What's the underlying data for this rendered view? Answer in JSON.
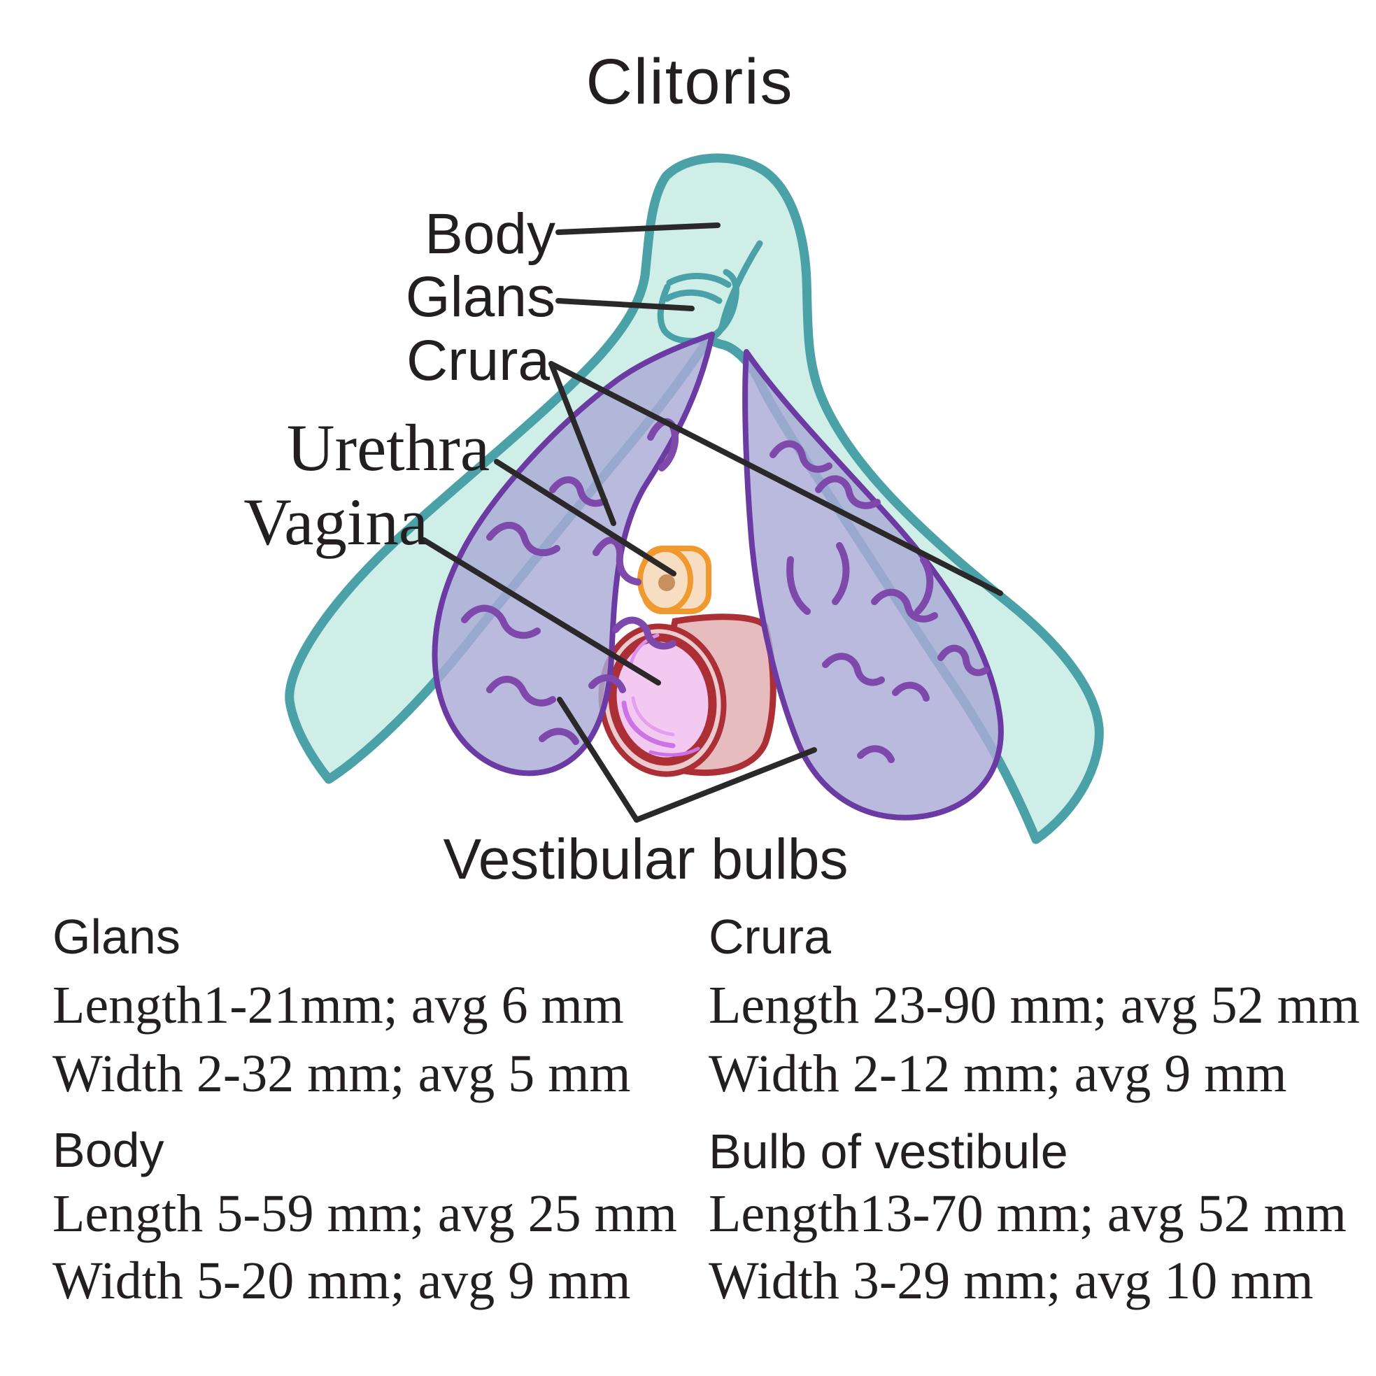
{
  "title": "Clitoris",
  "diagram_labels": {
    "body": "Body",
    "glans": "Glans",
    "crura": "Crura",
    "urethra": "Urethra",
    "vagina": "Vagina",
    "vestibular_bulbs": "Vestibular bulbs"
  },
  "measurement_blocks": {
    "left": [
      {
        "heading": "Glans",
        "length": "Length1-21mm; avg 6 mm",
        "width": "Width 2-32 mm; avg 5 mm"
      },
      {
        "heading": "Body",
        "length": "Length 5-59 mm; avg 25 mm",
        "width": "Width 5-20 mm; avg 9 mm"
      }
    ],
    "right": [
      {
        "heading": "Crura",
        "length": "Length 23-90 mm; avg 52 mm",
        "width": "Width 2-12 mm; avg 9 mm"
      },
      {
        "heading": "Bulb of vestibule",
        "length": "Length13-70 mm; avg 52 mm",
        "width": "Width 3-29 mm; avg 10 mm"
      }
    ]
  },
  "colors": {
    "background": "#ffffff",
    "text": "#231f20",
    "leader_line": "#2b2829",
    "clitoris_fill": "#cfeee8",
    "clitoris_outline": "#4aa2a8",
    "bulb_fill": "#a9abd6",
    "bulb_outline": "#6b3aa2",
    "bulb_veins": "#7e49aa",
    "urethra_fill": "#f7dec2",
    "urethra_outline": "#f0992e",
    "urethra_dot": "#c8905c",
    "vagina_outline": "#ac2f36",
    "vagina_face": "#f4c9f1",
    "vagina_tube": "#e6bcbf",
    "vagina_inner_arcs": "#cb72e6"
  }
}
